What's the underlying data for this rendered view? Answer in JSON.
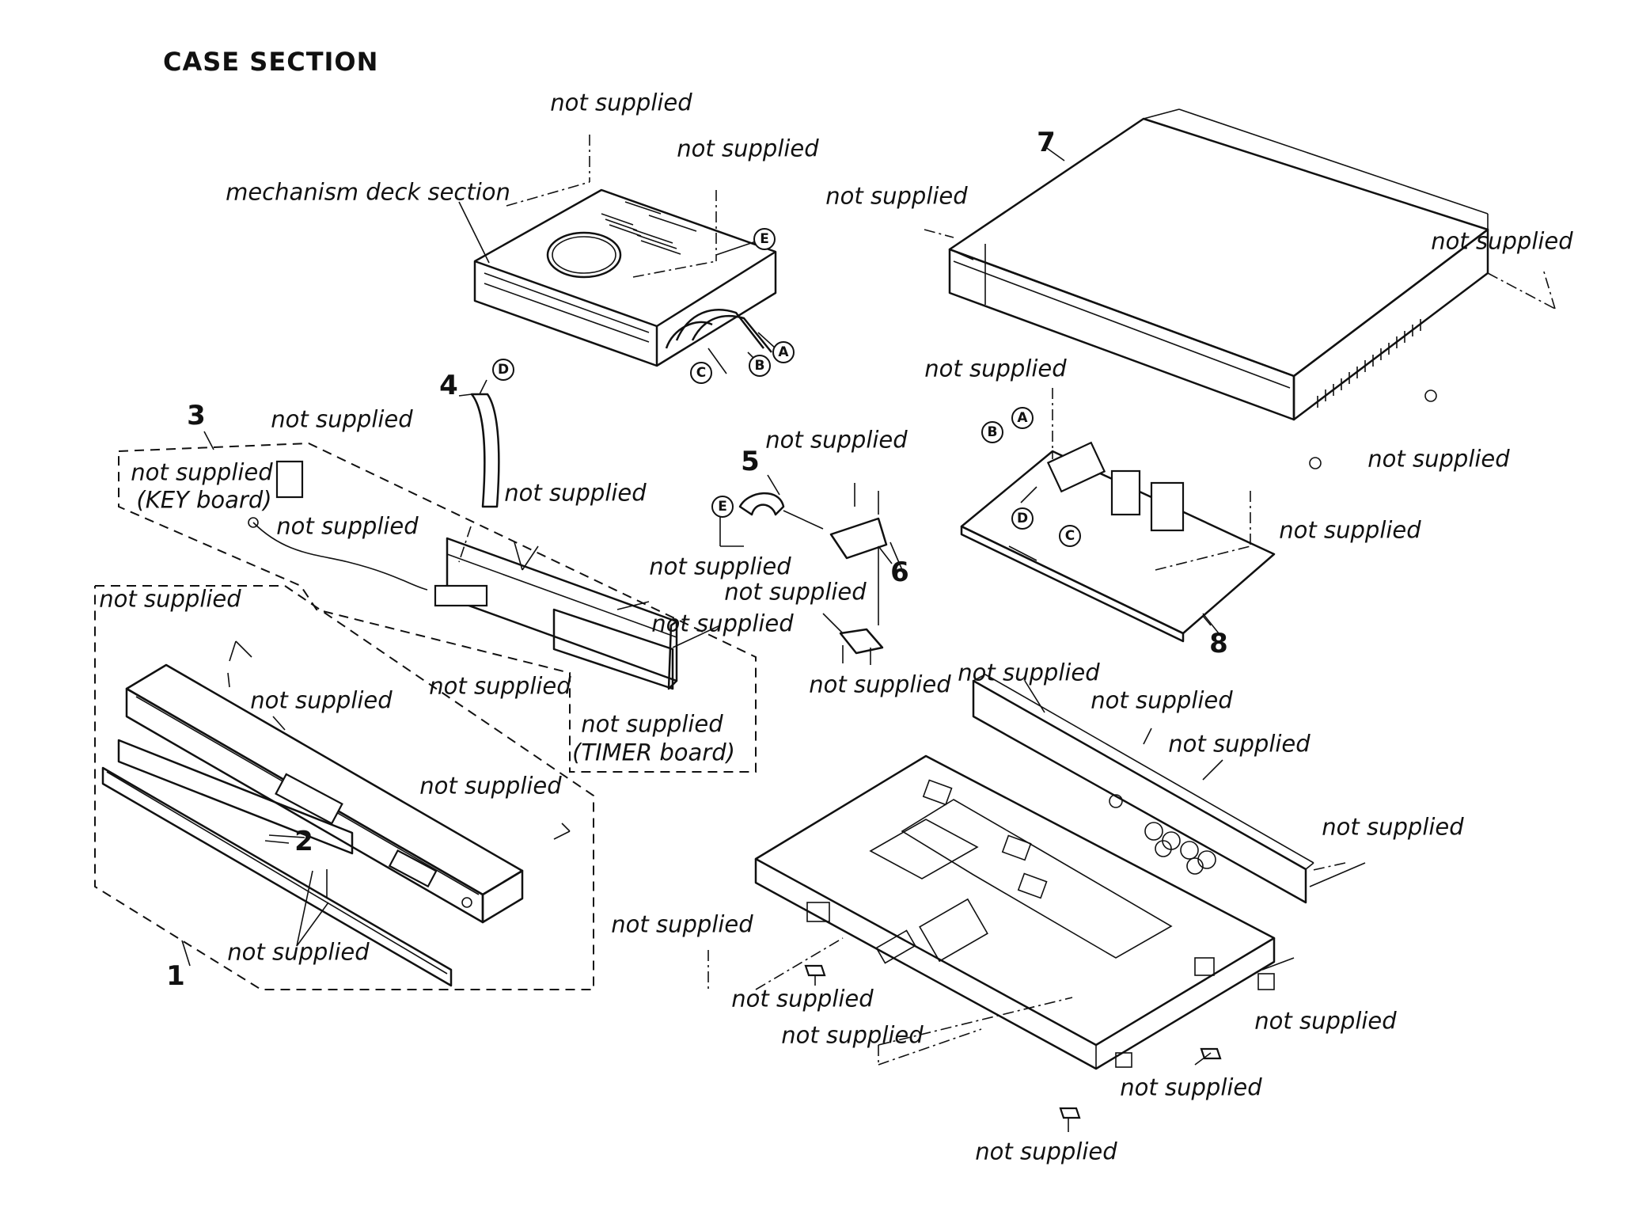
{
  "title": "CASE SECTION",
  "parts": [
    {
      "number": "1"
    },
    {
      "number": "2"
    },
    {
      "number": "3"
    },
    {
      "number": "4"
    },
    {
      "number": "5"
    },
    {
      "number": "6"
    },
    {
      "number": "7"
    },
    {
      "number": "8"
    }
  ],
  "labels": {
    "mechanism_deck": "mechanism deck section",
    "not_supplied": "not supplied",
    "not_supplied_key": "not supplied",
    "key_board": "(KEY board)",
    "not_supplied_timer": "not supplied",
    "timer_board": "(TIMER board)"
  },
  "connectors": [
    "A",
    "B",
    "C",
    "D",
    "E"
  ]
}
